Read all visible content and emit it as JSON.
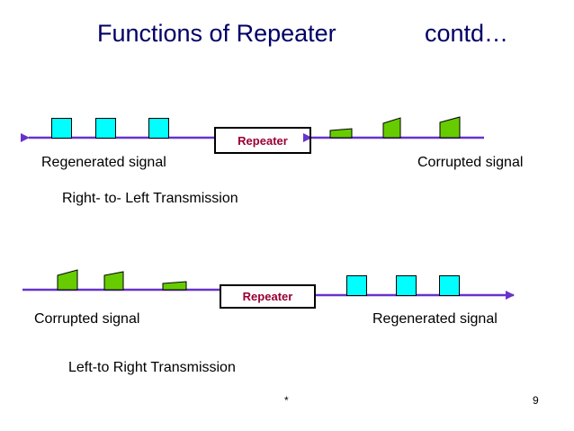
{
  "slide": {
    "title_left": "Functions  of  Repeater",
    "title_right": "contd…",
    "slide_number": "9",
    "footer_mark": "*"
  },
  "top_diagram": {
    "repeater_label": "Repeater",
    "left_label": "Regenerated signal",
    "right_label": "Corrupted signal",
    "caption": "Right- to- Left Transmission"
  },
  "bottom_diagram": {
    "repeater_label": "Repeater",
    "left_label": "Corrupted signal",
    "right_label": "Regenerated signal",
    "caption": "Left-to Right Transmission"
  },
  "colors": {
    "line": "#6633CC",
    "clean_pulse": "#00FFFF",
    "corrupted_pulse": "#66CC00",
    "title": "#000066",
    "repeater_text": "#990033"
  }
}
